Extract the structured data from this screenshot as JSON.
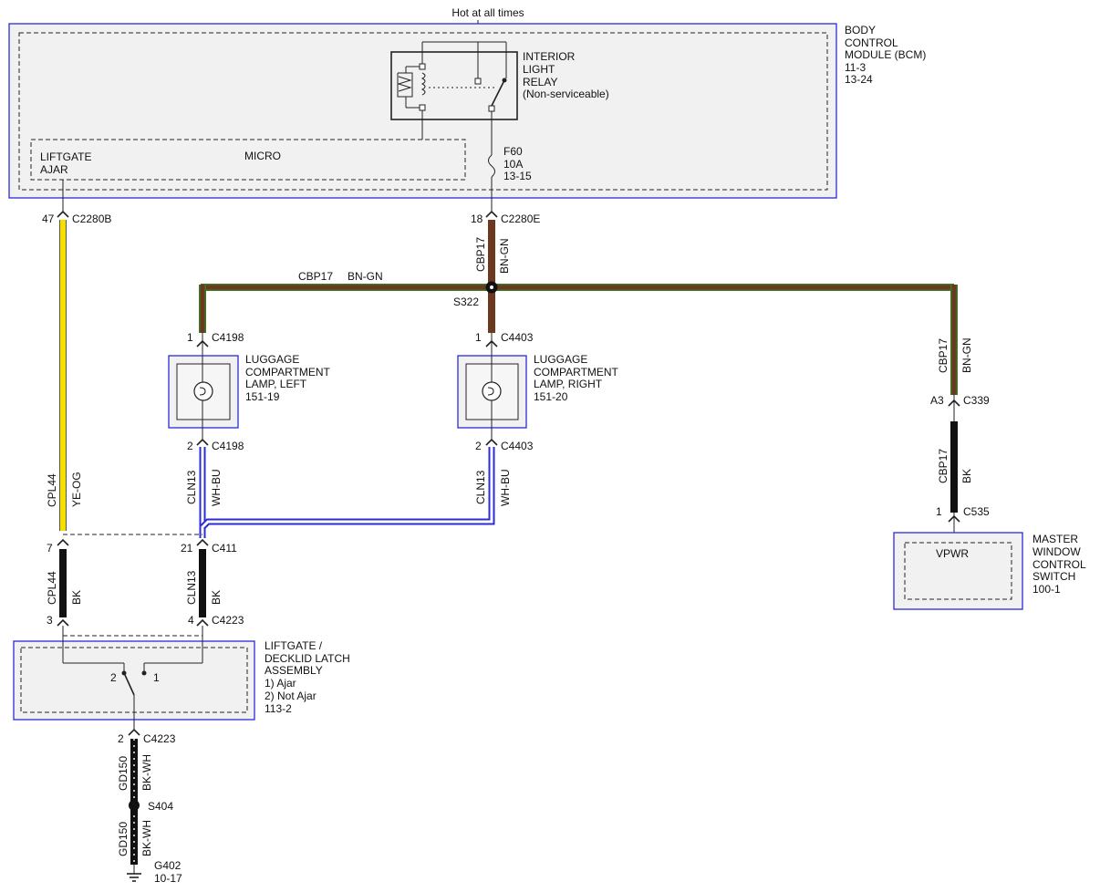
{
  "top": {
    "hot_label": "Hot at all times"
  },
  "bcm": {
    "name_lines": [
      "BODY",
      "CONTROL",
      "MODULE (BCM)"
    ],
    "refs": [
      "11-3",
      "13-24"
    ],
    "micro_label": "MICRO",
    "liftgate_ajar_lines": [
      "LIFTGATE",
      "AJAR"
    ],
    "relay_lines": [
      "INTERIOR",
      "LIGHT",
      "RELAY",
      "(Non-serviceable)"
    ],
    "fuse_lines": [
      "F60",
      "10A",
      "13-15"
    ]
  },
  "connectors": {
    "c2280b": {
      "pin": "47",
      "name": "C2280B"
    },
    "c2280e": {
      "pin": "18",
      "name": "C2280E"
    },
    "c4198_1": {
      "pin": "1",
      "name": "C4198"
    },
    "c4198_2": {
      "pin": "2",
      "name": "C4198"
    },
    "c4403_1": {
      "pin": "1",
      "name": "C4403"
    },
    "c4403_2": {
      "pin": "2",
      "name": "C4403"
    },
    "c339": {
      "pin": "A3",
      "name": "C339"
    },
    "c535": {
      "pin": "1",
      "name": "C535"
    },
    "c411_7": {
      "pin": "7",
      "name": ""
    },
    "c411_21": {
      "pin": "21",
      "name": "C411"
    },
    "c4223_3": {
      "pin": "3",
      "name": ""
    },
    "c4223_4": {
      "pin": "4",
      "name": "C4223"
    },
    "c4223_2": {
      "pin": "2",
      "name": "C4223"
    }
  },
  "wires": {
    "cbp17_bcm": {
      "circuit": "CBP17",
      "color": "BN-GN"
    },
    "cbp17_bus": {
      "circuit": "CBP17",
      "color": "BN-GN"
    },
    "cbp17_right": {
      "circuit": "CBP17",
      "color": "BN-GN"
    },
    "cbp17_bk": {
      "circuit": "CBP17",
      "color": "BK"
    },
    "cpl44_top": {
      "circuit": "CPL44",
      "color": "YE-OG"
    },
    "cpl44_bk": {
      "circuit": "CPL44",
      "color": "BK"
    },
    "cln13_left": {
      "circuit": "CLN13",
      "color": "WH-BU"
    },
    "cln13_right": {
      "circuit": "CLN13",
      "color": "WH-BU"
    },
    "cln13_bk": {
      "circuit": "CLN13",
      "color": "BK"
    },
    "gd150_top": {
      "circuit": "GD150",
      "color": "BK-WH"
    },
    "gd150_bottom": {
      "circuit": "GD150",
      "color": "BK-WH"
    }
  },
  "splices": {
    "s322": "S322",
    "s404": "S404"
  },
  "lamp_left": {
    "lines": [
      "LUGGAGE",
      "COMPARTMENT",
      "LAMP, LEFT",
      "151-19"
    ]
  },
  "lamp_right": {
    "lines": [
      "LUGGAGE",
      "COMPARTMENT",
      "LAMP, RIGHT",
      "151-20"
    ]
  },
  "master_switch": {
    "lines": [
      "MASTER",
      "WINDOW",
      "CONTROL",
      "SWITCH",
      "100-1"
    ],
    "vpwr": "VPWR"
  },
  "latch": {
    "lines": [
      "LIFTGATE /",
      "DECKLID LATCH",
      "ASSEMBLY",
      "1) Ajar",
      "2) Not Ajar",
      "113-2"
    ],
    "pin_2": "2",
    "pin_1": "1"
  },
  "ground": {
    "name": "G402",
    "ref": "10-17"
  },
  "colors": {
    "module_border": "#2b2bd6",
    "module_fill": "#f1f1f1",
    "wire_yellow": "#f4e000",
    "wire_brown": "#6b3a1e",
    "wire_green": "#3a7a2a",
    "wire_blue": "#2b2bd6",
    "wire_black": "#111111"
  }
}
